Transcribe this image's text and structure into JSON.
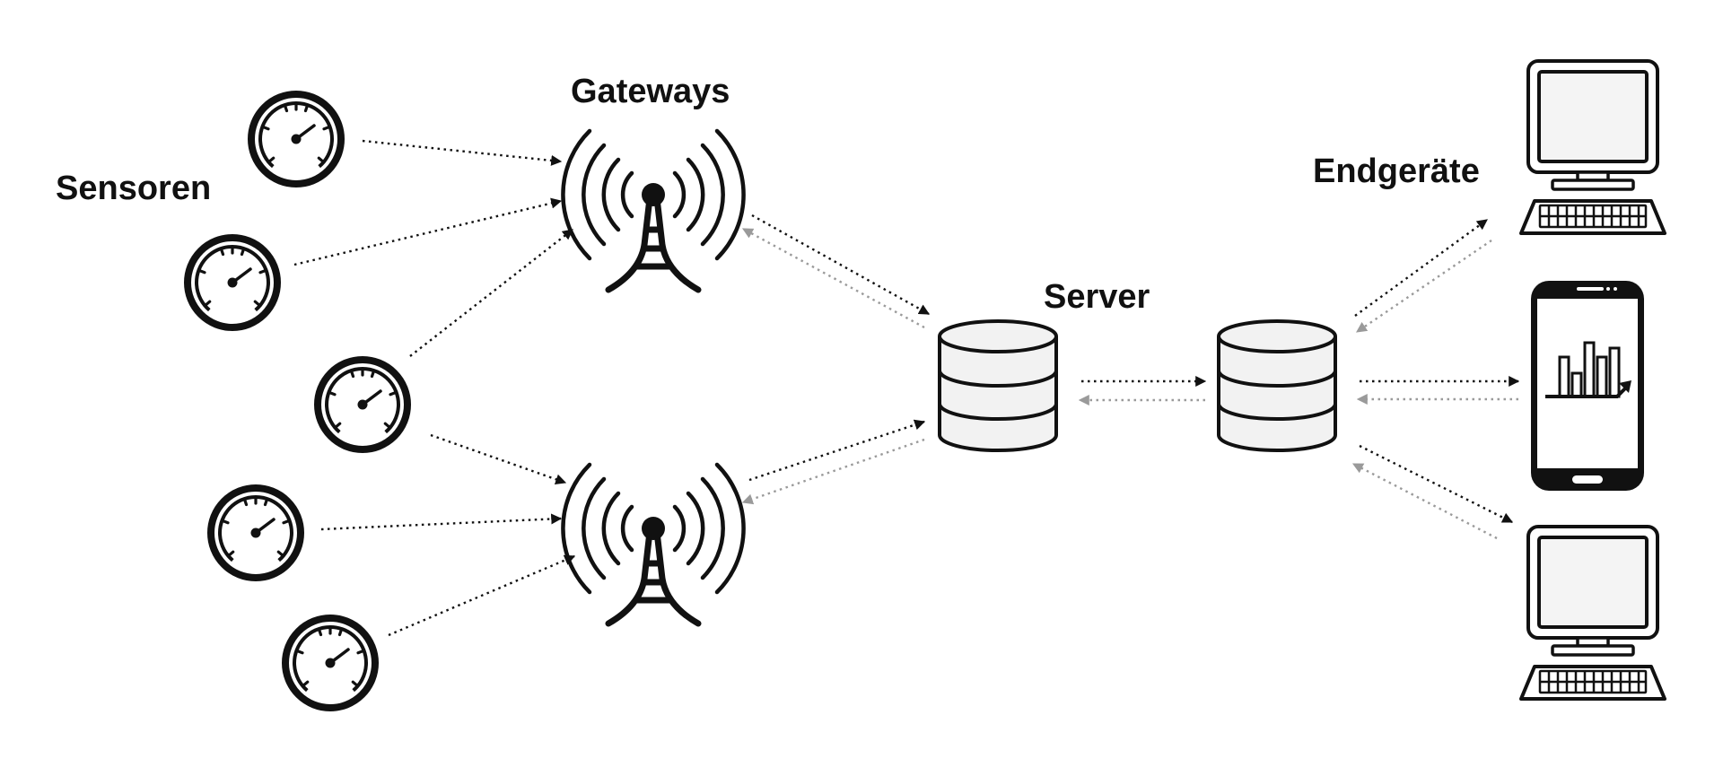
{
  "labels": {
    "sensors": "Sensoren",
    "gateways": "Gateways",
    "server": "Server",
    "devices": "Endgeräte"
  },
  "colors": {
    "ink": "#111111",
    "return_arrow": "#9a9a9a",
    "db_fill": "#f2f2f2",
    "screen_fill": "#f4f4f4"
  },
  "icons": {
    "sensor": "gauge-icon",
    "gateway": "antenna-tower-icon",
    "server": "database-icon",
    "desktop": "desktop-computer-icon",
    "phone": "smartphone-chart-icon"
  }
}
